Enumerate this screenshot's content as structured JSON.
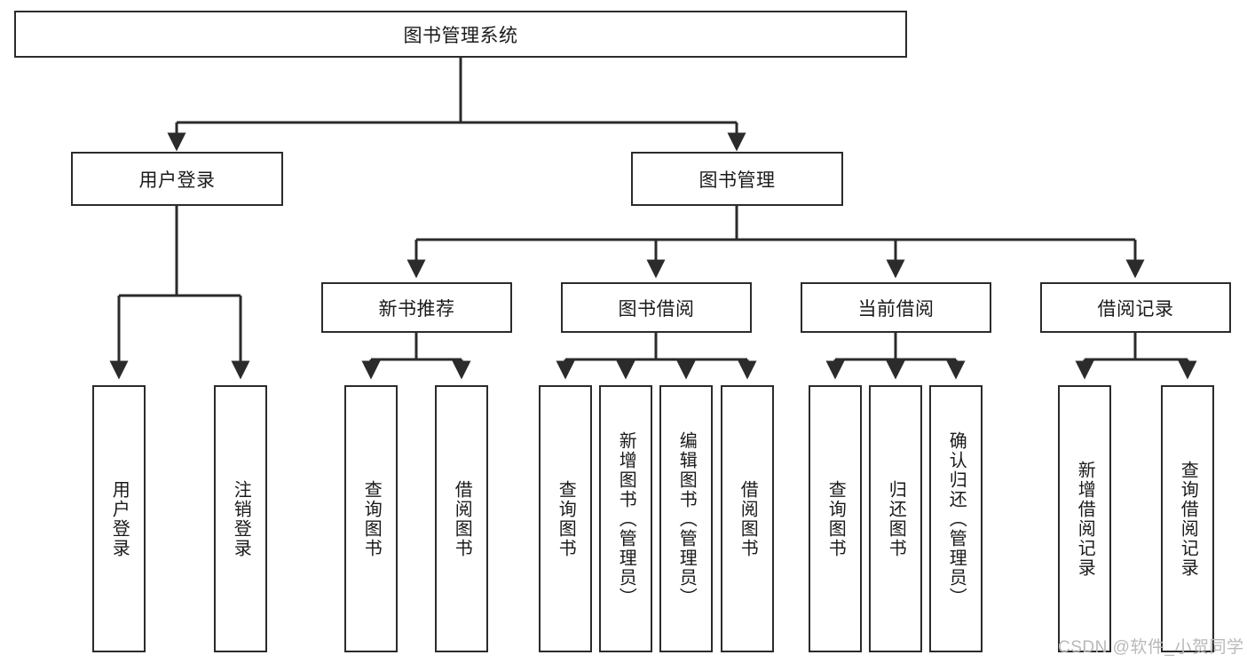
{
  "diagram": {
    "title": "图书管理系统",
    "type": "tree-structure-chart",
    "line_color": "#2b2b2b",
    "box_fill": "#ffffff",
    "background": "#ffffff"
  },
  "nodes": {
    "root": {
      "label": "图书管理系统"
    },
    "level1": [
      {
        "id": "user-login",
        "label": "用户登录"
      },
      {
        "id": "book-management",
        "label": "图书管理"
      }
    ],
    "level2": [
      {
        "id": "new-book-recommend",
        "label": "新书推荐"
      },
      {
        "id": "book-borrow",
        "label": "图书借阅"
      },
      {
        "id": "current-borrow",
        "label": "当前借阅"
      },
      {
        "id": "borrow-record",
        "label": "借阅记录"
      }
    ],
    "leaves": {
      "user_login": [
        {
          "id": "leaf-user-login",
          "label": "用户登录"
        },
        {
          "id": "leaf-logout-login",
          "label": "注销登录"
        }
      ],
      "new_book_recommend": [
        {
          "id": "leaf-query-book-1",
          "label": "查询图书"
        },
        {
          "id": "leaf-borrow-book-1",
          "label": "借阅图书"
        }
      ],
      "book_borrow": [
        {
          "id": "leaf-query-book-2",
          "label": "查询图书"
        },
        {
          "id": "leaf-add-book",
          "label": "新增图书（管理员）"
        },
        {
          "id": "leaf-edit-book",
          "label": "编辑图书（管理员）"
        },
        {
          "id": "leaf-borrow-book-2",
          "label": "借阅图书"
        }
      ],
      "current_borrow": [
        {
          "id": "leaf-query-book-3",
          "label": "查询图书"
        },
        {
          "id": "leaf-return-book",
          "label": "归还图书"
        },
        {
          "id": "leaf-confirm-return",
          "label": "确认归还（管理员）"
        }
      ],
      "borrow_record": [
        {
          "id": "leaf-add-record",
          "label": "新增借阅记录"
        },
        {
          "id": "leaf-query-record",
          "label": "查询借阅记录"
        }
      ]
    }
  },
  "watermark": {
    "text": "CSDN @软件_小贺同学"
  }
}
